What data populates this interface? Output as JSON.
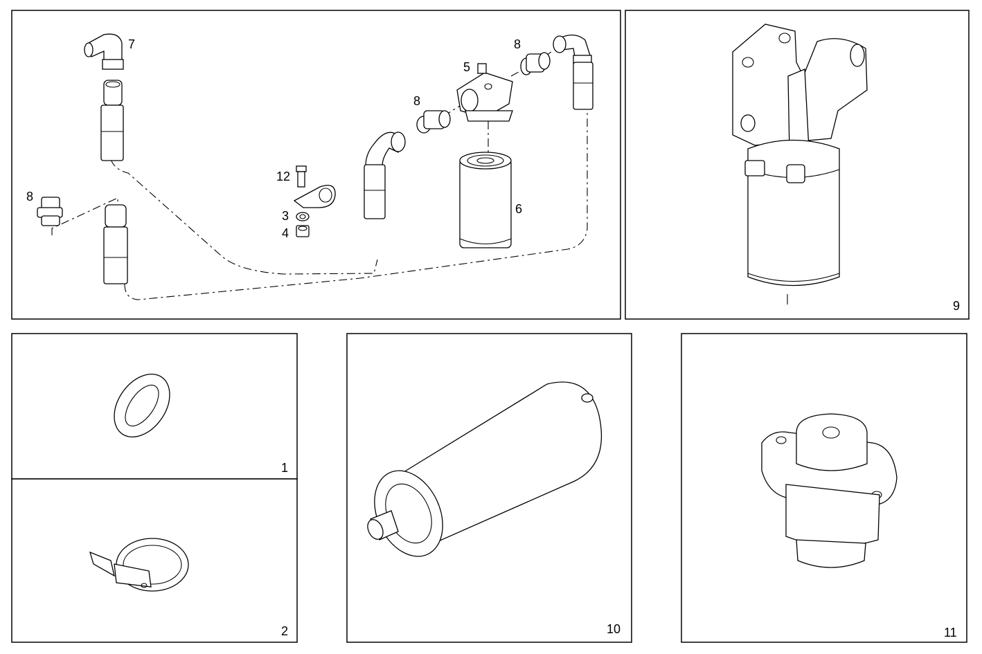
{
  "panels": {
    "main": {
      "callouts": [
        {
          "id": "c7",
          "text": "7"
        },
        {
          "id": "c5",
          "text": "5"
        },
        {
          "id": "c8a",
          "text": "8"
        },
        {
          "id": "c8b",
          "text": "8"
        },
        {
          "id": "c8c",
          "text": "8"
        },
        {
          "id": "c12",
          "text": "12"
        },
        {
          "id": "c3",
          "text": "3"
        },
        {
          "id": "c4",
          "text": "4"
        },
        {
          "id": "c6",
          "text": "6"
        }
      ]
    },
    "p9": {
      "label": "9"
    },
    "p1": {
      "label": "1"
    },
    "p2": {
      "label": "2"
    },
    "p10": {
      "label": "10"
    },
    "p11": {
      "label": "11"
    }
  }
}
